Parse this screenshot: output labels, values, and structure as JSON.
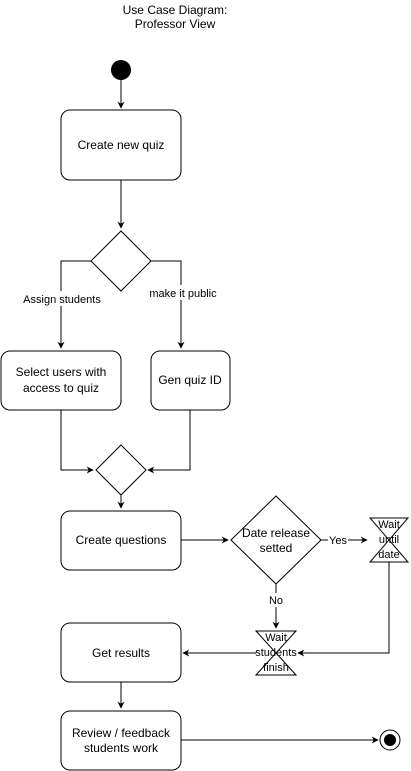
{
  "title": {
    "line1": "Use Case Diagram:",
    "line2": "Professor View"
  },
  "nodes": {
    "create_quiz": "Create new quiz",
    "select_users": {
      "line1": "Select users with",
      "line2": "access to quiz"
    },
    "gen_quiz_id": "Gen quiz ID",
    "create_questions": "Create questions",
    "date_release": {
      "line1": "Date release",
      "line2": "setted"
    },
    "wait_date": {
      "line1": "Wait",
      "line2": "until",
      "line3": "date"
    },
    "wait_students": {
      "line1": "Wait",
      "line2": "students",
      "line3": "finish"
    },
    "get_results": "Get results",
    "review": {
      "line1": "Review / feedback",
      "line2": "students work"
    }
  },
  "edge_labels": {
    "assign_students": "Assign students",
    "make_public": "make it public",
    "yes": "Yes",
    "no": "No"
  }
}
